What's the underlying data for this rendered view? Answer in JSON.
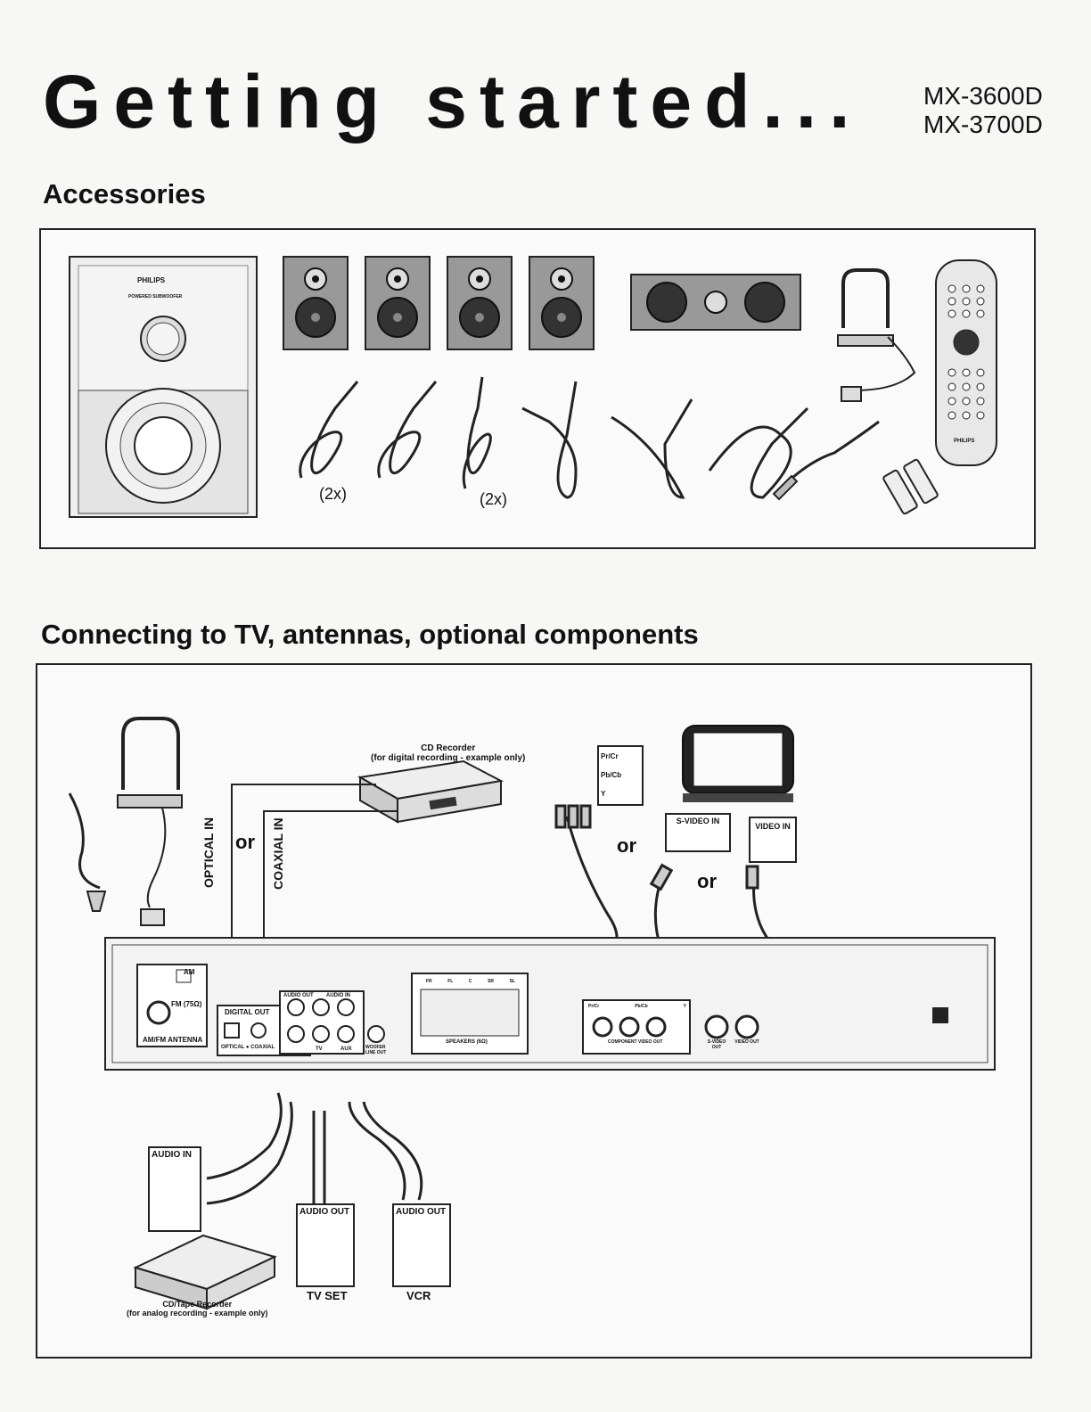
{
  "header": {
    "title": "Getting started...",
    "models": [
      "MX-3600D",
      "MX-3700D"
    ]
  },
  "accessories": {
    "heading": "Accessories",
    "subwoofer_brand": "PHILIPS",
    "subwoofer_label": "POWERED SUBWOOFER",
    "remote_brand": "PHILIPS",
    "quantity_labels": [
      "(2x)",
      "(2x)"
    ]
  },
  "connections": {
    "heading": "Connecting to TV, antennas, optional components",
    "cd_recorder": {
      "name": "CD Recorder",
      "note": "(for digital recording - example only)"
    },
    "optical_in": "OPTICAL IN",
    "coaxial_in": "COAXIAL IN",
    "or_labels": [
      "or",
      "or",
      "or"
    ],
    "tv_inputs": [
      "Pr/Cr",
      "Pb/Cb",
      "Y"
    ],
    "s_video_in": "S-VIDEO IN",
    "video_in": "VIDEO IN",
    "rear_panel": {
      "am": "AM",
      "fm": "FM (75Ω)",
      "antenna": "AM/FM ANTENNA",
      "digital_out": "DIGITAL OUT",
      "optical_coaxial": "OPTICAL ● COAXIAL",
      "audio_out": "AUDIO OUT",
      "audio_in": "AUDIO IN",
      "tv": "TV",
      "aux": "AUX",
      "woofer_line_out": "WOOFER LINE OUT",
      "speaker_labels": [
        "FR",
        "FL",
        "C",
        "SR",
        "SL"
      ],
      "speakers": "SPEAKERS (6Ω)",
      "component_video_out": "COMPONENT VIDEO OUT",
      "component_labels": [
        "Pr/Cr",
        "Pb/Cb",
        "Y"
      ],
      "s_video_out": "S-VIDEO OUT",
      "video_out": "VIDEO OUT"
    },
    "tape_recorder": {
      "audio_in": "AUDIO IN",
      "name": "CD/Tape Recorder",
      "note": "(for analog recording - example only)"
    },
    "tv_set": {
      "audio_out": "AUDIO OUT",
      "name": "TV SET"
    },
    "vcr": {
      "audio_out": "AUDIO OUT",
      "name": "VCR"
    }
  }
}
